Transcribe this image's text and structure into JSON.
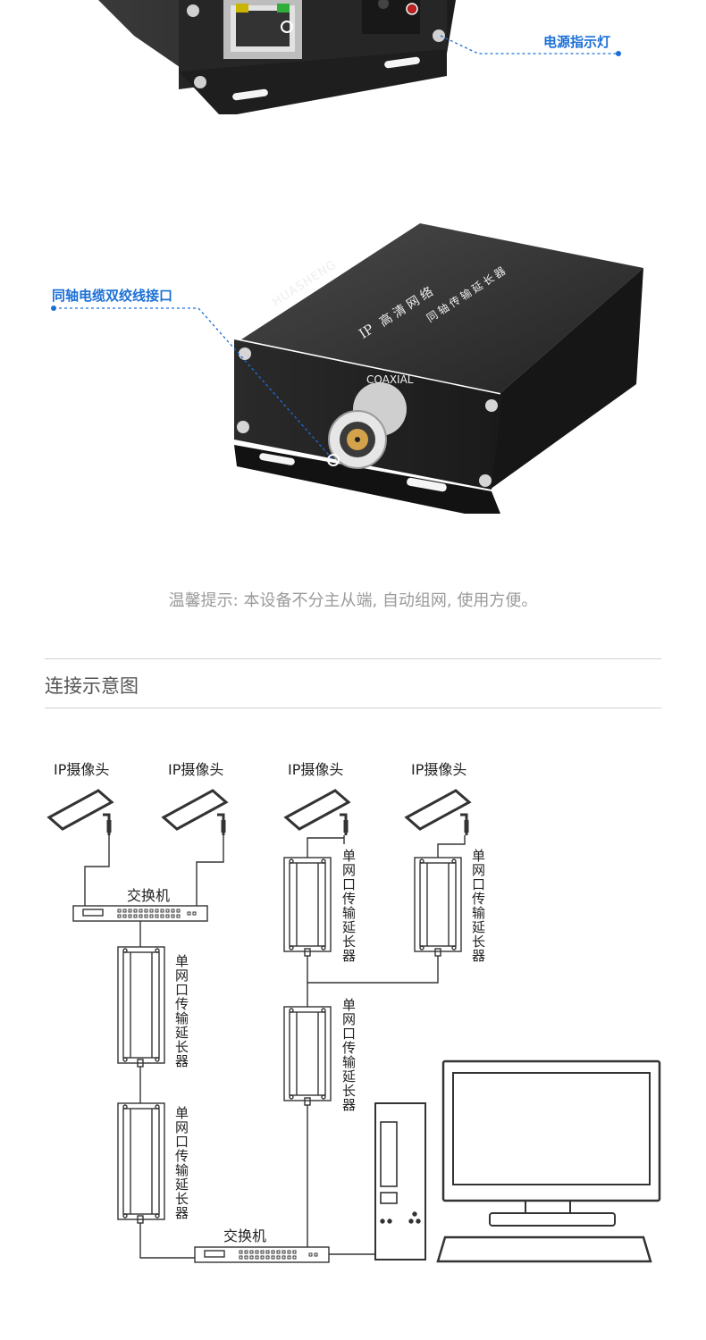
{
  "callouts": {
    "power_indicator": "电源指示灯",
    "coaxial_port": "同轴电缆双绞线接口"
  },
  "device": {
    "brand": "HUASHENG",
    "model_label": "IP",
    "front_text_line1": "高清网络",
    "front_text_line2": "同轴传输延长器",
    "port_label": "COAXIAL"
  },
  "tip": "温馨提示: 本设备不分主从端, 自动组网, 使用方便。",
  "section": {
    "title": "连接示意图"
  },
  "diagram": {
    "cameras": [
      "IP摄像头",
      "IP摄像头",
      "IP摄像头",
      "IP摄像头"
    ],
    "switches": [
      "交换机",
      "交换机"
    ],
    "extenders": [
      "单网口传输延长器",
      "单网口传输延长器",
      "单网口传输延长器",
      "单网口传输延长器",
      "单网口传输延长器"
    ]
  },
  "colors": {
    "callout": "#1a6fd6",
    "device_body": "#2b2b2b",
    "tip_text": "#9a9a9a"
  }
}
